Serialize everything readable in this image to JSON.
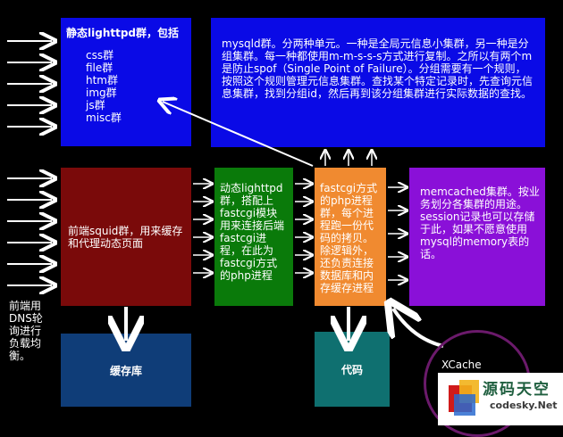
{
  "static_box": {
    "title": "静态lighttpd群，包括",
    "items": [
      "css群",
      "file群",
      "htm群",
      "img群",
      "js群",
      "misc群"
    ]
  },
  "mysql_box": {
    "text": "mysqld群。分两种单元。一种是全局元信息小集群，另一种是分组集群。每一种都使用m-m-s-s-s方式进行复制。之所以有两个m是防止spof（Single Point of Failure）。分组需要有一个规则，按照这个规则管理元信息集群。查找某个特定记录时，先查询元信息集群，找到分组id，然后再到该分组集群进行实际数据的查找。"
  },
  "squid_box": {
    "text": "前端squid群，用来缓存和代理动态页面"
  },
  "lighttpd_box": {
    "text": "动态lighttpd群，搭配上fastcgi模块用来连接后端fastcgi进程，在此为fastcgi方式的php进程"
  },
  "fastcgi_box": {
    "text": "fastcgi方式的php进程群，每个进程跑一份代码的拷贝。除逻辑外，还负责连接数据库和内存缓存进程"
  },
  "memcached_box": {
    "text": "memcached集群。按业务划分各集群的用途。session记录也可以存储于此，如果不愿意使用mysql的memory表的话。"
  },
  "cache_box": {
    "text": "缓存库"
  },
  "code_box": {
    "text": "代码"
  },
  "dns_note": {
    "text": "前端用DNS轮询进行负载均衡。"
  },
  "xcache": {
    "label": "XCache"
  },
  "watermark": {
    "title": "源码天空",
    "site": "codesky.Net"
  }
}
